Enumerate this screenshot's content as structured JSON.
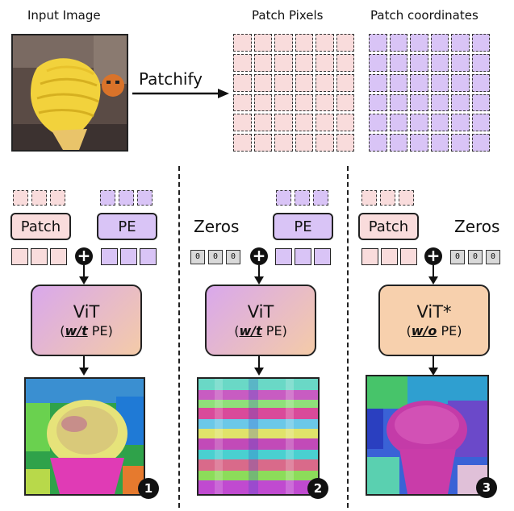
{
  "top": {
    "input_label": "Input Image",
    "patchify_label": "Patchify",
    "patch_pixels_label": "Patch Pixels",
    "patch_coords_label": "Patch coordinates"
  },
  "colors": {
    "pink_fill": "#f9dcdc",
    "purple_fill": "#d9c4f6",
    "vit_grad_a": "#f4cba8",
    "vit_grad_b": "#d9a8ec",
    "vit_plain": "#f7d0ad"
  },
  "panels": [
    {
      "patch_label": "Patch",
      "pe_label": "PE",
      "vit_title": "ViT",
      "vit_paren_open": "(",
      "vit_mode": "w/t",
      "vit_suffix": " PE)",
      "badge": "1"
    },
    {
      "zeros_label": "Zeros",
      "pe_label": "PE",
      "zero_values": [
        "0",
        "0",
        "0"
      ],
      "vit_title": "ViT",
      "vit_paren_open": "(",
      "vit_mode": "w/t",
      "vit_suffix": " PE)",
      "badge": "2"
    },
    {
      "patch_label": "Patch",
      "zeros_label": "Zeros",
      "zero_values": [
        "0",
        "0",
        "0"
      ],
      "vit_title": "ViT*",
      "vit_paren_open": "(",
      "vit_mode": "w/o",
      "vit_suffix": " PE)",
      "badge": "3"
    }
  ]
}
